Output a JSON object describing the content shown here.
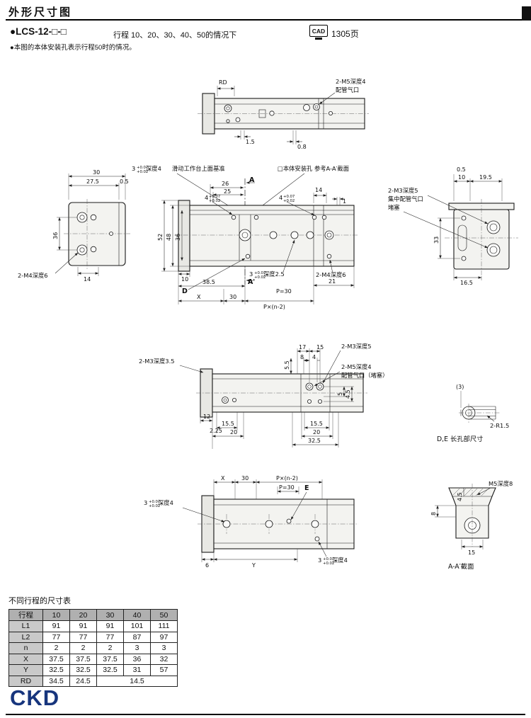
{
  "page": {
    "title": "外形尺寸图",
    "model": "●LCS-12-□-□",
    "stroke_line": "行程 10、20、30、40、50的情况下",
    "cad": "CAD",
    "cad_page": "1305页",
    "note": "●本图的本体安装孔表示行程50时的情况。"
  },
  "drw": {
    "tv": {
      "rd": "RD",
      "c1": "2-M5深度4",
      "c2": "配管气口",
      "d15": "1.5",
      "d08": "0.8"
    },
    "lv": {
      "d30": "30",
      "d275": "27.5",
      "d05": "0.5",
      "d36": "36",
      "d14": "14",
      "c1": "2-M4深度6"
    },
    "fv": {
      "tol3": "3",
      "tol4": "4",
      "tup": "+0.07",
      "tdn": "+0.02",
      "sfx_d4": "深度4",
      "sfx_d25": "深度2.5",
      "basis": "滑动工作台上面基准",
      "mount": "□本体安装孔 参考A-A′截面",
      "a_top": "A",
      "a_bot": "A′",
      "lbl_d": "D",
      "d26": "26",
      "d25": "25",
      "d14": "14",
      "d1": "1",
      "d52": "52",
      "d48": "48",
      "d36": "36",
      "d10": "10",
      "d385": "38.5",
      "dx": "X",
      "d30": "30",
      "p30": "P=30",
      "pn2": "P×(n-2)",
      "d21": "21",
      "c_m4": "2-M4深度6"
    },
    "rv": {
      "d05": "0.5",
      "d10": "10",
      "d195": "19.5",
      "c1": "2-M3深度5",
      "c2": "集中配管气口",
      "c3": "堵塞",
      "d33": "33",
      "d165": "16.5"
    },
    "pv": {
      "c1": "2-M3深度3.5",
      "d55": "5.5",
      "d17": "17",
      "d15": "15",
      "d8": "8",
      "d4": "4",
      "c2": "2-M3深度5",
      "c3": "2-M5深度4",
      "c4": "配管气口（堵塞）",
      "d12": "12",
      "d225": "2.25",
      "d155": "15.5",
      "d20": "20",
      "d5": "5",
      "d45": "4.5",
      "d325": "32.5"
    },
    "sd": {
      "d3": "(3)",
      "r15": "2-R1.5",
      "cap": "D,E 长孔部尺寸"
    },
    "bv": {
      "dx": "X",
      "d30": "30",
      "pn2": "P×(n-2)",
      "p30": "P=30",
      "e": "E",
      "tol3": "3",
      "tup": "+0.07",
      "tdn": "+0.02",
      "sfx": "深度4",
      "d6": "6",
      "dy": "Y"
    },
    "aa": {
      "d45": "4.5",
      "d8": "8",
      "c1": "M5深度8",
      "d15": "15",
      "cap": "A-A′截面"
    }
  },
  "table": {
    "title": "不同行程的尺寸表",
    "col_header": [
      "行程",
      "10",
      "20",
      "30",
      "40",
      "50"
    ],
    "rows": [
      {
        "label": "L1",
        "v": [
          "91",
          "91",
          "91",
          "101",
          "111"
        ]
      },
      {
        "label": "L2",
        "v": [
          "77",
          "77",
          "77",
          "87",
          "97"
        ]
      },
      {
        "label": "n",
        "v": [
          "2",
          "2",
          "2",
          "3",
          "3"
        ]
      },
      {
        "label": "X",
        "v": [
          "37.5",
          "37.5",
          "37.5",
          "36",
          "32"
        ]
      },
      {
        "label": "Y",
        "v": [
          "32.5",
          "32.5",
          "32.5",
          "31",
          "57"
        ]
      },
      {
        "label": "RD",
        "v": [
          "34.5",
          "24.5",
          "14.5"
        ]
      }
    ]
  },
  "logo": "CKD"
}
